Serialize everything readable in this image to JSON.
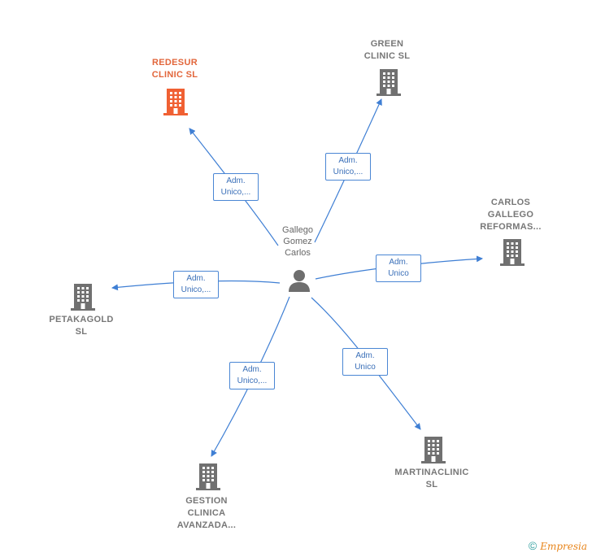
{
  "center": {
    "name_lines": [
      "Gallego",
      "Gomez",
      "Carlos"
    ],
    "icon": "person-icon"
  },
  "companies": [
    {
      "id": "redesur",
      "lines": [
        "REDESUR",
        "CLINIC  SL"
      ],
      "icon": "building-icon",
      "highlight": true,
      "color": "#f06033"
    },
    {
      "id": "green",
      "lines": [
        "GREEN",
        "CLINIC  SL"
      ],
      "icon": "building-icon",
      "highlight": false,
      "color": "#707070"
    },
    {
      "id": "carlos",
      "lines": [
        "CARLOS",
        "GALLEGO",
        "REFORMAS..."
      ],
      "icon": "building-icon",
      "highlight": false,
      "color": "#707070"
    },
    {
      "id": "petakagold",
      "lines": [
        "PETAKAGOLD",
        "SL"
      ],
      "icon": "building-icon",
      "highlight": false,
      "color": "#707070"
    },
    {
      "id": "martina",
      "lines": [
        "MARTINACLINIC",
        "SL"
      ],
      "icon": "building-icon",
      "highlight": false,
      "color": "#707070"
    },
    {
      "id": "gestion",
      "lines": [
        "GESTION",
        "CLINICA",
        "AVANZADA..."
      ],
      "icon": "building-icon",
      "highlight": false,
      "color": "#707070"
    }
  ],
  "relations": [
    {
      "to": "redesur",
      "label_lines": [
        "Adm.",
        "Unico,..."
      ]
    },
    {
      "to": "green",
      "label_lines": [
        "Adm.",
        "Unico,..."
      ]
    },
    {
      "to": "carlos",
      "label_lines": [
        "Adm.",
        "Unico"
      ]
    },
    {
      "to": "petakagold",
      "label_lines": [
        "Adm.",
        "Unico,..."
      ]
    },
    {
      "to": "martina",
      "label_lines": [
        "Adm.",
        "Unico"
      ]
    },
    {
      "to": "gestion",
      "label_lines": [
        "Adm.",
        "Unico,..."
      ]
    }
  ],
  "footer": {
    "copyright_symbol": "©",
    "brand": "Empresia"
  },
  "colors": {
    "edge": "#3f7fd4",
    "person": "#6e6e6e"
  }
}
